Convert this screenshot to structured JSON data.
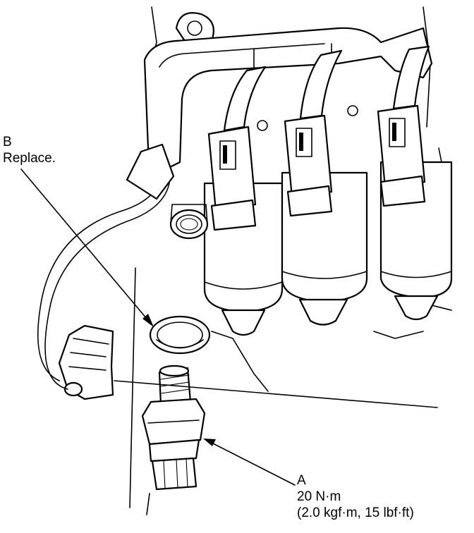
{
  "callouts": {
    "b": {
      "letter": "B",
      "text": "Replace."
    },
    "a": {
      "letter": "A",
      "torque_nm": "20 N·m",
      "torque_alt": "(2.0 kgf·m, 15 lbf·ft)"
    }
  },
  "colors": {
    "line": "#000000",
    "background": "#ffffff"
  }
}
